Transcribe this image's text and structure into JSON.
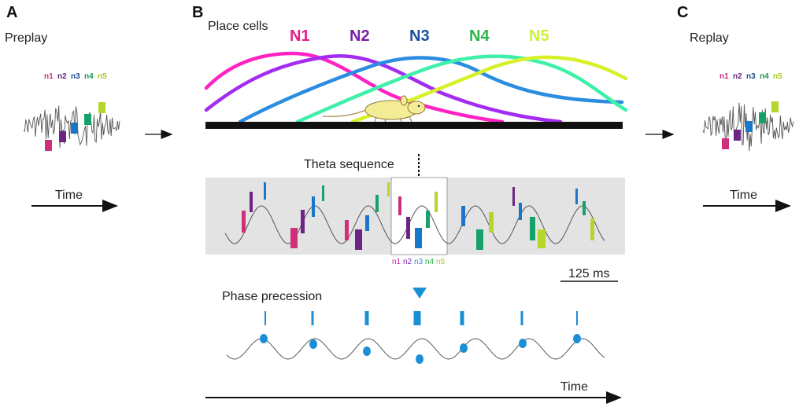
{
  "panels": {
    "a": {
      "letter": "A",
      "title": "Preplay",
      "neuron_labels": [
        {
          "text": "n1",
          "color": "#c9307a"
        },
        {
          "text": "n2",
          "color": "#6a1f7a"
        },
        {
          "text": "n3",
          "color": "#1c4b8a"
        },
        {
          "text": "n4",
          "color": "#169a55"
        },
        {
          "text": "n5",
          "color": "#a6cc1a"
        }
      ],
      "time_label": "Time"
    },
    "b": {
      "letter": "B",
      "place_cells_label": "Place cells",
      "neurons": [
        {
          "text": "N1",
          "color": "#e0218a"
        },
        {
          "text": "N2",
          "color": "#7b1fa2"
        },
        {
          "text": "N3",
          "color": "#1a4f9c"
        },
        {
          "text": "N4",
          "color": "#2bb34a"
        },
        {
          "text": "N5",
          "color": "#c9f03a"
        }
      ],
      "curve_colors": [
        "#ff22c4",
        "#a22cf0",
        "#2a8de0",
        "#3ef0a8",
        "#d8f02a"
      ],
      "theta_sequence_label": "Theta sequence",
      "theta_neuron_labels": [
        {
          "text": "n1",
          "color": "#d020a0"
        },
        {
          "text": "n2",
          "color": "#7a2aa8"
        },
        {
          "text": "n3",
          "color": "#2a8de0"
        },
        {
          "text": "n4",
          "color": "#2bb34a"
        },
        {
          "text": "n5",
          "color": "#9acc22"
        }
      ],
      "scale_bar_label": "125 ms",
      "phase_precession_label": "Phase precession",
      "time_label": "Time",
      "marker_color": "#1a8fd6"
    },
    "c": {
      "letter": "C",
      "title": "Replay",
      "neuron_labels": [
        {
          "text": "n1",
          "color": "#c9307a"
        },
        {
          "text": "n2",
          "color": "#6a1f7a"
        },
        {
          "text": "n3",
          "color": "#1c4b8a"
        },
        {
          "text": "n4",
          "color": "#169a55"
        },
        {
          "text": "n5",
          "color": "#a6cc1a"
        }
      ],
      "time_label": "Time"
    }
  },
  "bar_colors": {
    "n1": "#d02f7c",
    "n2": "#6c2585",
    "n3": "#1877c8",
    "n4": "#17a06a",
    "n5": "#b5d62a"
  }
}
